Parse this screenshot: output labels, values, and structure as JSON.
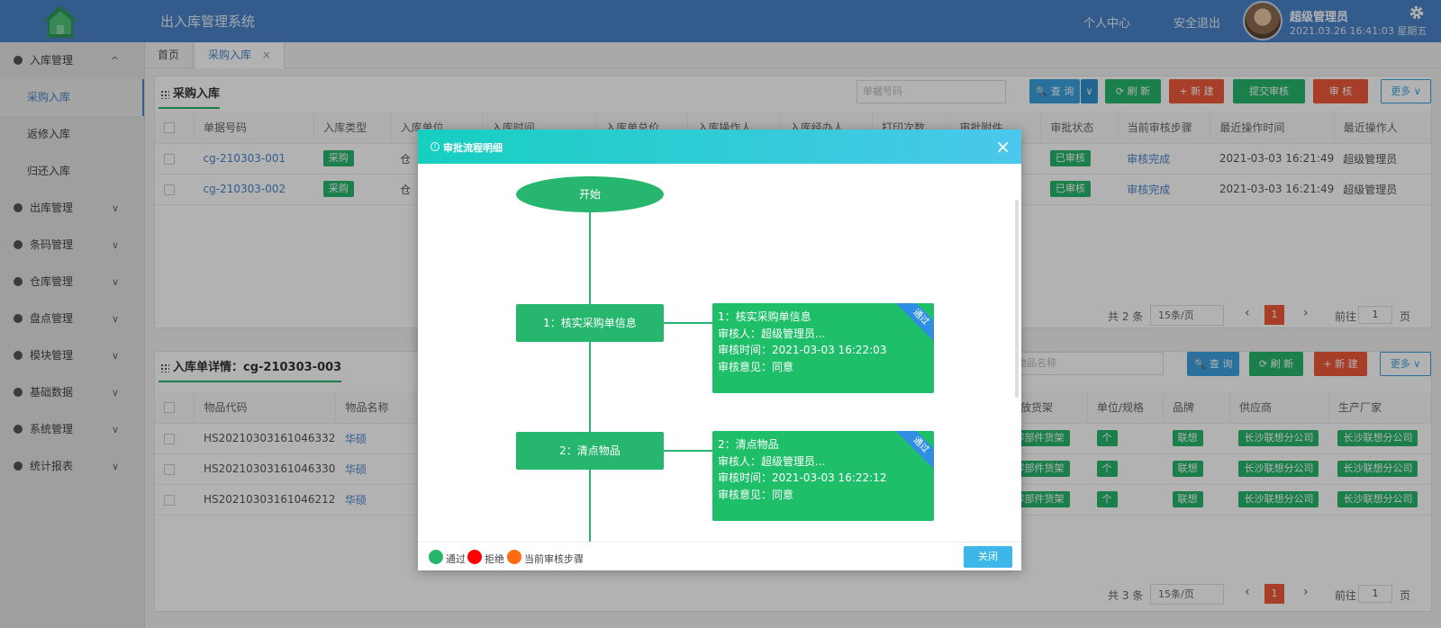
{
  "header": {
    "title": "出入库管理系统",
    "personal_center": "个人中心",
    "logout": "安全退出",
    "user_name": "超级管理员",
    "datetime": "2021.03.26 16:41:03 星期五"
  },
  "sidebar": {
    "items": [
      {
        "label": "入库管理",
        "chev": "^"
      },
      {
        "label": "出库管理",
        "chev": "∨"
      },
      {
        "label": "条码管理",
        "chev": "∨"
      },
      {
        "label": "仓库管理",
        "chev": "∨"
      },
      {
        "label": "盘点管理",
        "chev": "∨"
      },
      {
        "label": "模块管理",
        "chev": "∨"
      },
      {
        "label": "基础数据",
        "chev": "∨"
      },
      {
        "label": "系统管理",
        "chev": "∨"
      },
      {
        "label": "统计报表",
        "chev": "∨"
      }
    ],
    "sub_items": [
      "采购入库",
      "返修入库",
      "归还入库"
    ]
  },
  "tabs": {
    "home": "首页",
    "current": "采购入库",
    "close": "×"
  },
  "top_panel": {
    "title": "采购入库",
    "search_placeholder": "单据号码",
    "buttons": {
      "query": "🔍 查 询",
      "dropdown": "∨",
      "refresh": "⟳ 刷 新",
      "new": "+ 新 建",
      "submit": "提交审核",
      "audit": "审 核",
      "more": "更多 ∨"
    },
    "columns": [
      "单据号码",
      "入库类型",
      "入库单位",
      "入库时间",
      "入库单总价",
      "入库操作人",
      "入库经办人",
      "打印次数",
      "审批附件",
      "审批状态",
      "当前审核步骤",
      "最近操作时间",
      "最近操作人"
    ],
    "rows": [
      {
        "code": "cg-210303-001",
        "type": "采购",
        "unit": "仓",
        "status": "已审核",
        "step": "审核完成",
        "time": "2021-03-03 16:21:49",
        "operator": "超级管理员"
      },
      {
        "code": "cg-210303-002",
        "type": "采购",
        "unit": "仓",
        "status": "已审核",
        "step": "审核完成",
        "time": "2021-03-03 16:21:49",
        "operator": "超级管理员"
      }
    ],
    "pager": {
      "total": "共 2 条",
      "size": "15条/页",
      "page": "1",
      "goto": "前往",
      "page_unit": "页",
      "prev": "‹",
      "next": "›"
    }
  },
  "bottom_panel": {
    "title": "入库单详情：cg-210303-003",
    "search_placeholder": "物品名称",
    "buttons": {
      "query": "🔍 查 询",
      "refresh": "⟳ 刷 新",
      "new": "+ 新 建",
      "more": "更多 ∨"
    },
    "columns": [
      "物品代码",
      "物品名称",
      "存放货架",
      "单位/规格",
      "品牌",
      "供应商",
      "生产厂家"
    ],
    "rows": [
      {
        "code": "HS20210303161046332",
        "name": "华硕",
        "shelf": "零部件货架",
        "unit": "个",
        "brand": "联想",
        "supplier": "长沙联想分公司",
        "maker": "长沙联想分公司"
      },
      {
        "code": "HS20210303161046330",
        "name": "华硕",
        "shelf": "零部件货架",
        "unit": "个",
        "brand": "联想",
        "supplier": "长沙联想分公司",
        "maker": "长沙联想分公司"
      },
      {
        "code": "HS20210303161046212",
        "name": "华硕",
        "shelf": "零部件货架",
        "unit": "个",
        "brand": "联想",
        "supplier": "长沙联想分公司",
        "maker": "长沙联想分公司"
      }
    ],
    "pager": {
      "total": "共 3 条",
      "size": "15条/页",
      "page": "1",
      "goto": "前往",
      "page_unit": "页",
      "prev": "‹",
      "next": "›"
    }
  },
  "modal": {
    "title": "审批流程明细",
    "info": "!",
    "close_x": "×",
    "start": "开始",
    "steps": [
      {
        "node": "1：核实采购单信息",
        "line1": "1：核实采购单信息",
        "line2": "审核人：超级管理员...",
        "line3": "审核时间：2021-03-03 16:22:03",
        "line4": "审核意见：同意",
        "badge": "通过"
      },
      {
        "node": "2：清点物品",
        "line1": "2：清点物品",
        "line2": "审核人：超级管理员...",
        "line3": "审核时间：2021-03-03 16:22:12",
        "line4": "审核意见：同意",
        "badge": "通过"
      }
    ],
    "legend": {
      "pass": "通过",
      "reject": "拒绝",
      "current": "当前审核步骤"
    },
    "close_button": "关闭"
  },
  "colors": {
    "pass": "#27b66e",
    "reject": "#ff0000",
    "current": "#ff6a13",
    "header": "#4a85c9"
  }
}
